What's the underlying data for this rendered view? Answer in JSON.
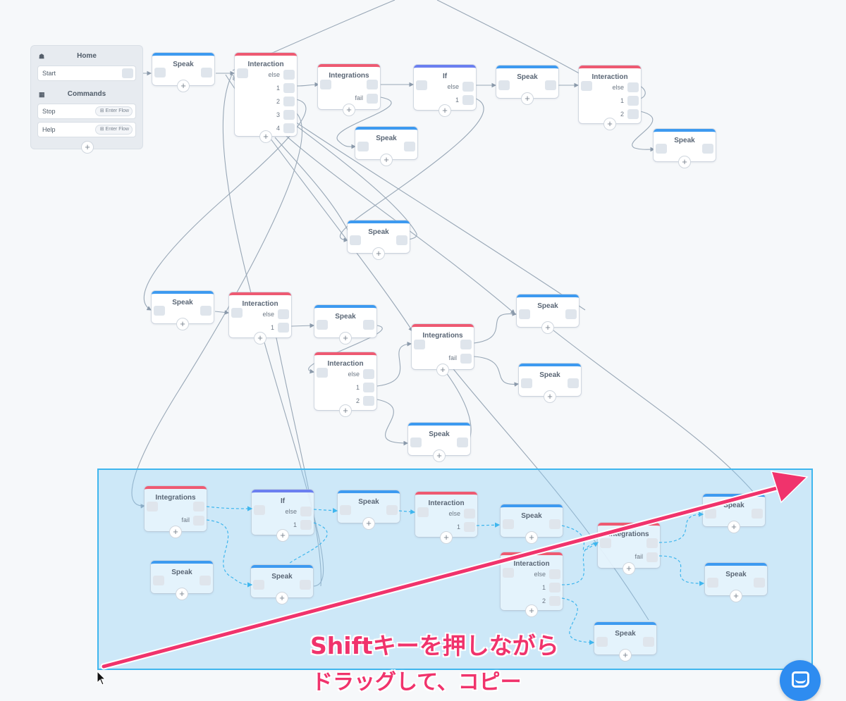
{
  "panel": {
    "home_title": "Home",
    "start_label": "Start",
    "commands_title": "Commands",
    "commands": [
      {
        "label": "Stop",
        "action": "Enter Flow"
      },
      {
        "label": "Help",
        "action": "Enter Flow"
      }
    ],
    "add": "+"
  },
  "nodes": [
    {
      "id": "n1",
      "type": "speak",
      "title": "Speak"
    },
    {
      "id": "n2",
      "type": "interaction",
      "title": "Interaction",
      "rows": [
        "else",
        "1",
        "2",
        "3",
        "4"
      ]
    },
    {
      "id": "n3",
      "type": "integrations",
      "title": "Integrations",
      "rows": [
        "fail"
      ]
    },
    {
      "id": "n4",
      "type": "if",
      "title": "If",
      "rows": [
        "else",
        "1"
      ]
    },
    {
      "id": "n5",
      "type": "speak",
      "title": "Speak"
    },
    {
      "id": "n6",
      "type": "interaction",
      "title": "Interaction",
      "rows": [
        "else",
        "1",
        "2"
      ]
    },
    {
      "id": "n7",
      "type": "speak",
      "title": "Speak"
    },
    {
      "id": "n8",
      "type": "speak",
      "title": "Speak"
    },
    {
      "id": "n9",
      "type": "speak",
      "title": "Speak"
    },
    {
      "id": "n10",
      "type": "speak",
      "title": "Speak"
    },
    {
      "id": "n11",
      "type": "interaction",
      "title": "Interaction",
      "rows": [
        "else",
        "1"
      ]
    },
    {
      "id": "n12",
      "type": "speak",
      "title": "Speak"
    },
    {
      "id": "n13",
      "type": "speak",
      "title": "Speak"
    },
    {
      "id": "n14",
      "type": "integrations",
      "title": "Integrations",
      "rows": [
        "fail"
      ]
    },
    {
      "id": "n15",
      "type": "interaction",
      "title": "Interaction",
      "rows": [
        "else",
        "1",
        "2"
      ]
    },
    {
      "id": "n16",
      "type": "speak",
      "title": "Speak"
    },
    {
      "id": "n17",
      "type": "speak",
      "title": "Speak"
    },
    {
      "id": "s1",
      "type": "integrations",
      "title": "Integrations",
      "rows": [
        "fail"
      ]
    },
    {
      "id": "s2",
      "type": "if",
      "title": "If",
      "rows": [
        "else",
        "1"
      ]
    },
    {
      "id": "s3",
      "type": "speak",
      "title": "Speak"
    },
    {
      "id": "s4",
      "type": "interaction",
      "title": "Interaction",
      "rows": [
        "else",
        "1"
      ]
    },
    {
      "id": "s5",
      "type": "speak",
      "title": "Speak"
    },
    {
      "id": "s6",
      "type": "integrations",
      "title": "Integrations",
      "rows": [
        "fail"
      ]
    },
    {
      "id": "s7",
      "type": "speak",
      "title": "Speak"
    },
    {
      "id": "s8",
      "type": "speak",
      "title": "Speak"
    },
    {
      "id": "s9",
      "type": "speak",
      "title": "Speak"
    },
    {
      "id": "s10",
      "type": "interaction",
      "title": "Interaction",
      "rows": [
        "else",
        "1",
        "2"
      ]
    },
    {
      "id": "s11",
      "type": "speak",
      "title": "Speak"
    },
    {
      "id": "s12",
      "type": "speak",
      "title": "Speak"
    }
  ],
  "caption": {
    "line1": "Shiftキーを押しながら",
    "line2": "ドラッグして、コピー"
  },
  "colors": {
    "speak": "#3d9af0",
    "interaction": "#ee5a72",
    "integrations": "#ee5a72",
    "if": "#6b7ff0",
    "selection_fill": "#8ccdf5",
    "selection_border": "#3fb6ee",
    "annotation": "#f0336c",
    "chat_launcher": "#2e8cf0"
  },
  "icons": {
    "home": "home-icon",
    "commands": "commands-icon",
    "enter_flow": "enter-flow-icon",
    "add": "plus-icon",
    "chat": "chat-icon",
    "cursor": "mouse-cursor-icon"
  }
}
